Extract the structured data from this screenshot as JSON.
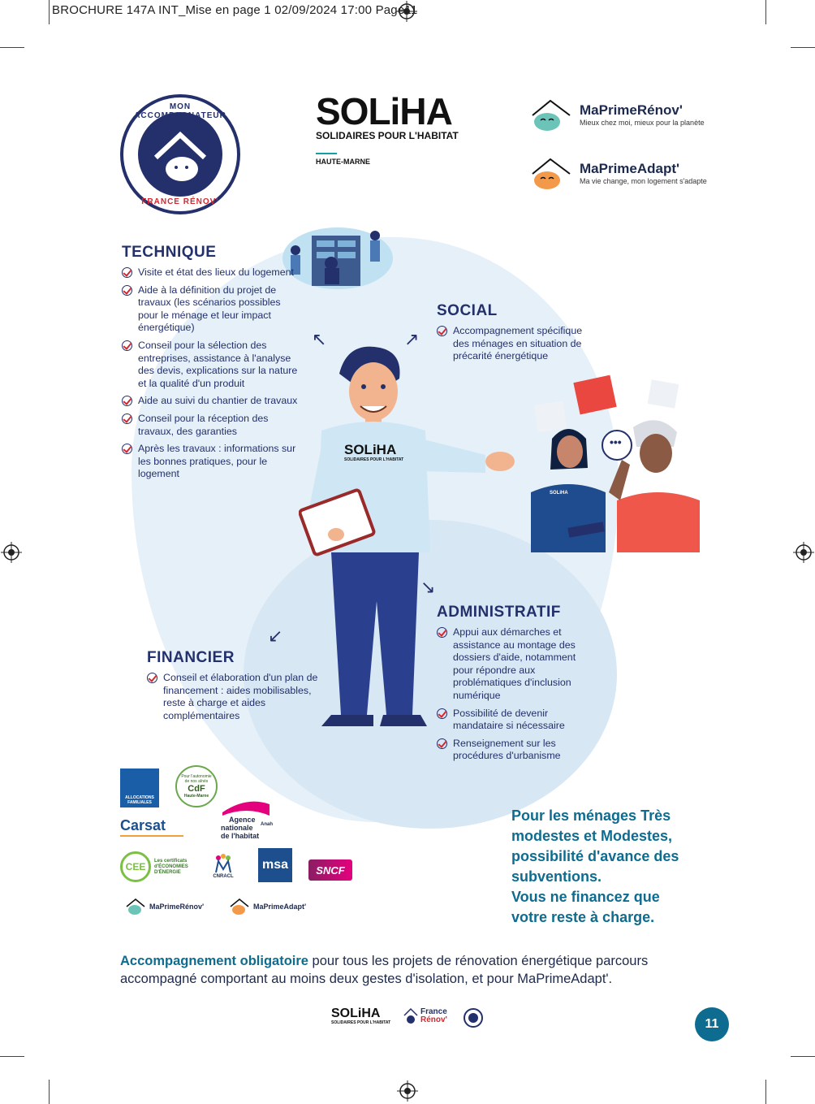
{
  "slug": "BROCHURE 147A INT_Mise en page 1  02/09/2024  17:00  Page11",
  "header": {
    "seal": {
      "top_text": "MON ACCOMPAGNATEUR RÉNOV'",
      "bottom_text": "FRANCE RÉNOV'"
    },
    "soliha": {
      "name_part1": "SOLi",
      "name_part2": "HA",
      "tagline": "SOLIDAIRES POUR L'HABITAT",
      "location": "HAUTE-MARNE"
    },
    "maprimerenov": {
      "title": "MaPrimeRénov'",
      "subtitle": "Mieux chez moi, mieux pour la planète",
      "color": "#6cc4b8"
    },
    "maprimeadapt": {
      "title": "MaPrimeAdapt'",
      "subtitle": "Ma vie change, mon logement s'adapte",
      "color": "#f39a4a"
    }
  },
  "sections": {
    "technique": {
      "title": "TECHNIQUE",
      "items": [
        "Visite et état des lieux du logement",
        "Aide à la définition du projet de travaux (les scénarios possibles pour le ménage et leur impact énergétique)",
        "Conseil pour la sélection des entreprises, assistance à l'analyse des devis, explications sur la nature et la qualité d'un produit",
        "Aide au suivi du chantier de travaux",
        "Conseil pour la réception des travaux, des garanties",
        "Après les travaux : informations sur les bonnes pratiques, pour le logement"
      ]
    },
    "social": {
      "title": "SOCIAL",
      "items": [
        "Accompagnement spécifique des ménages en situation de précarité énergétique"
      ]
    },
    "financier": {
      "title": "FINANCIER",
      "items": [
        "Conseil et élaboration d'un plan de financement : aides mobilisables, reste à charge et aides complémentaires"
      ]
    },
    "administratif": {
      "title": "ADMINISTRATIF",
      "items": [
        "Appui aux démarches et assistance au montage des dossiers d'aide, notamment pour répondre aux problématiques d'inclusion numérique",
        "Possibilité de devenir mandataire si nécessaire",
        "Renseignement sur les procédures d'urbanisme"
      ]
    }
  },
  "illustration": {
    "shirt_text": "SOLiHA",
    "shirt_sub": "SOLIDAIRES POUR L'HABITAT",
    "woman_shirt": "SOLiHA",
    "speech": "•••"
  },
  "partners": {
    "caf": "ALLOCATIONS FAMILIALES",
    "cdf_line1": "Pour l'autonomie de nos aînés",
    "cdf_line2": "CdF",
    "cdf_line3": "Haute-Marne",
    "carsat": "Carsat",
    "anah_line1": "Agence",
    "anah_line2": "nationale",
    "anah_line3": "de l'habitat",
    "anah_tag": "Anah",
    "cee": "CEE",
    "cee_text": "Les certificats d'ÉCONOMIES D'ÉNERGIE",
    "cnracl": "CNRACL",
    "msa": "msa",
    "sncf": "SNCF",
    "mpr_small": "MaPrimeRénov'",
    "mpa_small": "MaPrimeAdapt'"
  },
  "highlight": {
    "lines": [
      "Pour les ménages Très",
      "modestes et Modestes,",
      "possibilité d'avance des",
      "subventions.",
      "Vous ne financez que",
      "votre reste à charge."
    ]
  },
  "footnote": {
    "strong": "Accompagnement obligatoire",
    "rest": " pour tous les projets de rénovation énergétique parcours accompagné comportant au moins deux gestes d'isolation, et pour MaPrimeAdapt'."
  },
  "footer_logos": {
    "soliha": "SOLiHA",
    "soliha_tag": "SOLIDAIRES POUR L'HABITAT",
    "france_renov_1": "France",
    "france_renov_2": "Rénov'"
  },
  "page_number": "11",
  "colors": {
    "navy": "#23306b",
    "teal": "#0d6c8f",
    "red": "#d8262f",
    "magenta": "#e5007e"
  }
}
